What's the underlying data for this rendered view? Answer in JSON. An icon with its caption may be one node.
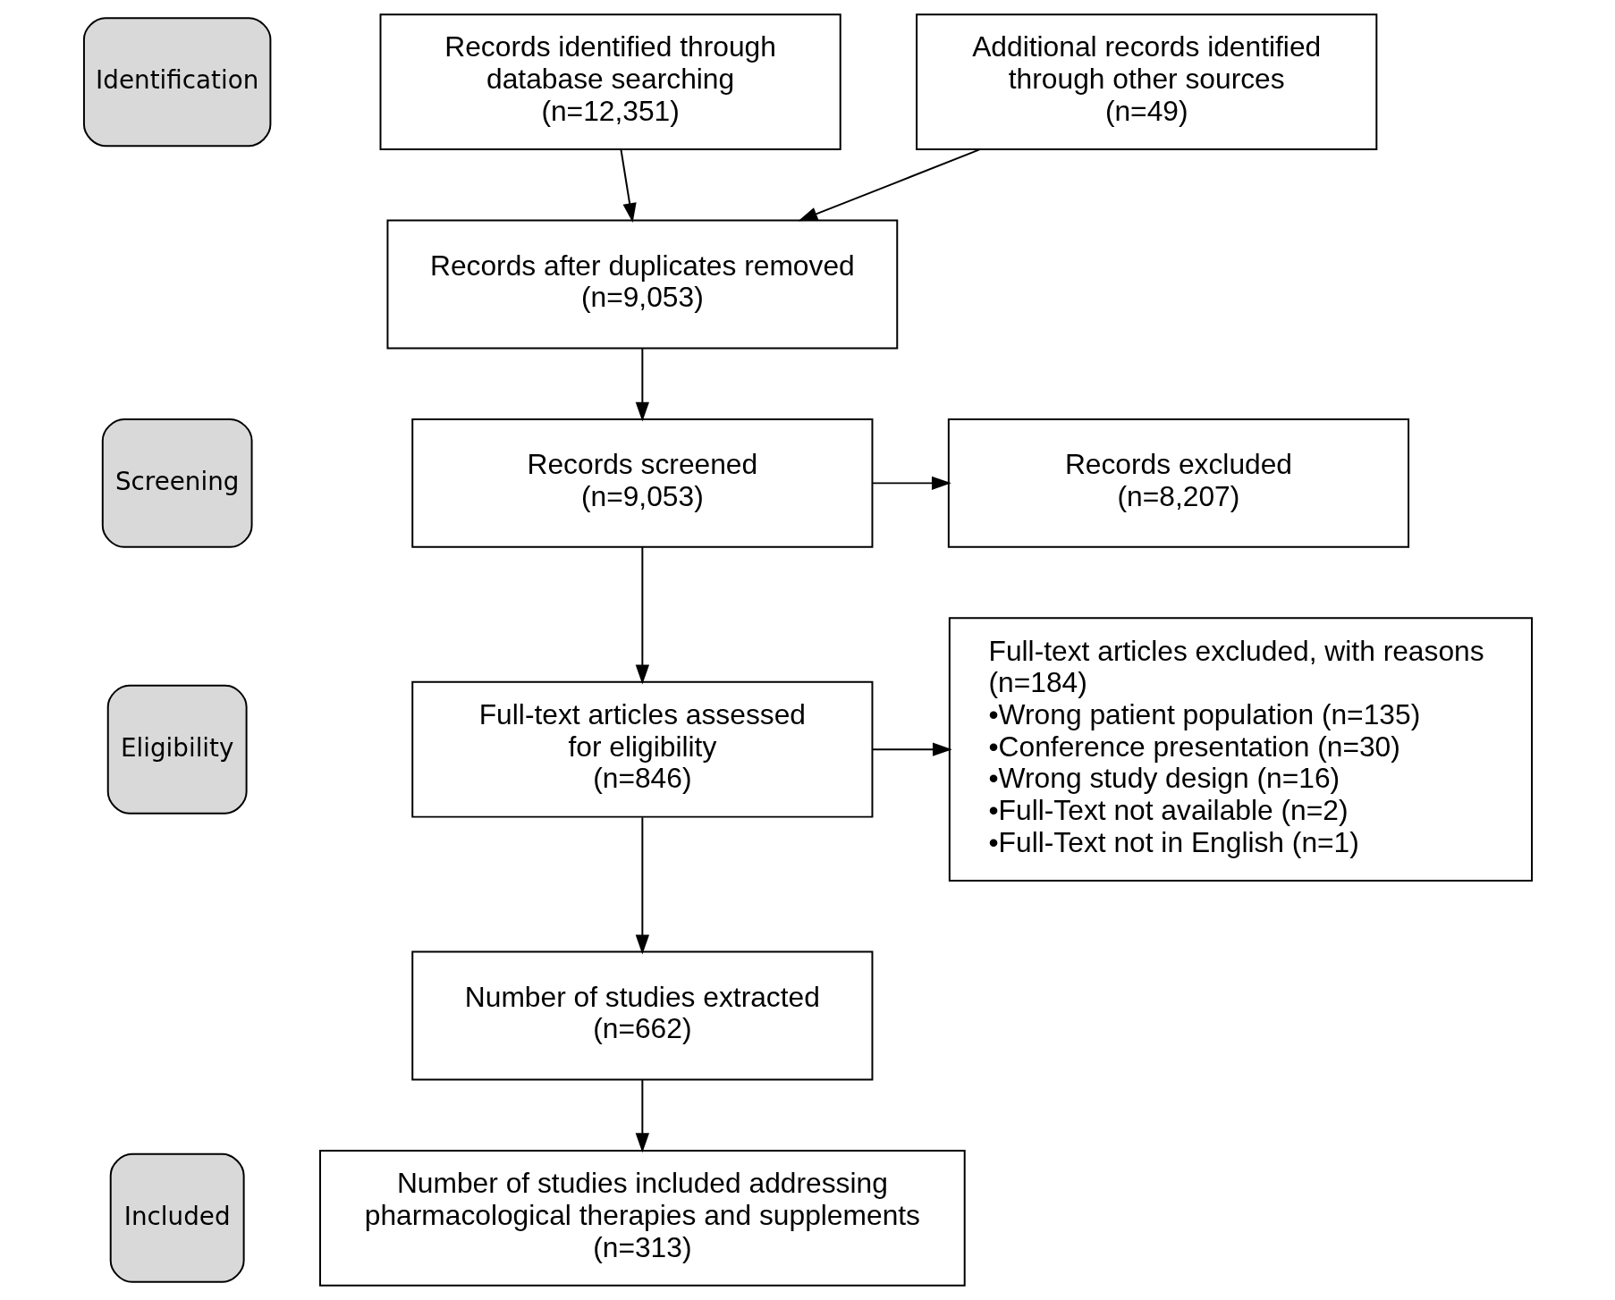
{
  "diagram": {
    "nodes": [
      {
        "text": [
          "Identification"
        ]
      },
      {
        "text": [
          "Records identified through database searching",
          "(n=12,351)"
        ]
      },
      {
        "text": [
          "Additional records identified through other sources",
          "(n=49)"
        ]
      },
      {
        "text": [
          "Screening"
        ]
      },
      {
        "text": [
          "Records after duplicates removed",
          "(n=9,053)"
        ]
      },
      {
        "text": [
          "Records screened",
          "(n=9,053)"
        ]
      },
      {
        "text": [
          "Records excluded",
          "(n=8,207)"
        ]
      },
      {
        "text": [
          "Eligibility"
        ]
      },
      {
        "text": [
          "Full-text articles assessed for eligibility",
          "(n=846)"
        ]
      },
      {
        "text": [
          "Full-text articles excluded, with reasons",
          "(n=184)",
          "•Wrong patient population (n=135)",
          "•Conference presentation (n=30)",
          "•Wrong study design (n=16)",
          "•Full-Text not available (n=2)",
          "•Full-Text not in English (n=1)"
        ]
      },
      {
        "text": [
          "Included"
        ]
      },
      {
        "text": [
          "Number of studies extracted",
          "(n=662)"
        ]
      },
      {
        "text": [
          "Number of studies included addressing pharmacological therapies and supplements",
          "(n=313)"
        ]
      }
    ],
    "edges": [
      {
        "from": 1,
        "to": 4,
        "arrow": "to"
      },
      {
        "from": 2,
        "to": 4,
        "arrow": "to"
      },
      {
        "from": 4,
        "to": 5,
        "arrow": "to"
      },
      {
        "from": 5,
        "to": 6,
        "arrow": "to"
      },
      {
        "from": 5,
        "to": 8,
        "arrow": "to"
      },
      {
        "from": 8,
        "to": 9,
        "arrow": "to"
      },
      {
        "from": 8,
        "to": 11,
        "arrow": "to"
      },
      {
        "from": 11,
        "to": 12,
        "arrow": "to"
      }
    ]
  }
}
